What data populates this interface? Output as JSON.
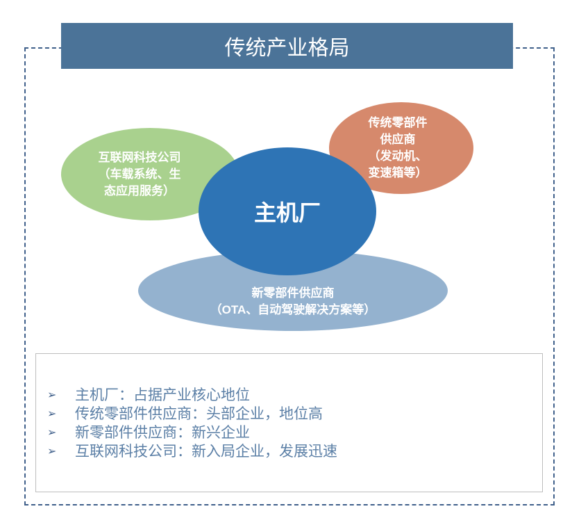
{
  "title": "传统产业格局",
  "nodes": {
    "internet": "互联网科技公司\n（车载系统、生\n态应用服务）",
    "traditional": "传统零部件\n供应商\n（发动机、\n变速箱等）",
    "new": "新零部件供应商\n（OTA、自动驾驶解决方案等）",
    "oem": "主机厂"
  },
  "colors": {
    "title_bg": "#4b7398",
    "internet": "#a9d18e",
    "traditional": "#d6896c",
    "new": "#94b2cf",
    "oem": "#2e74b5",
    "list_text": "#5b7fa6"
  },
  "bullet_icon": "➢",
  "points": [
    "主机厂：占据产业核心地位",
    "传统零部件供应商：头部企业，地位高",
    "新零部件供应商：新兴企业",
    "互联网科技公司：新入局企业，发展迅速"
  ]
}
